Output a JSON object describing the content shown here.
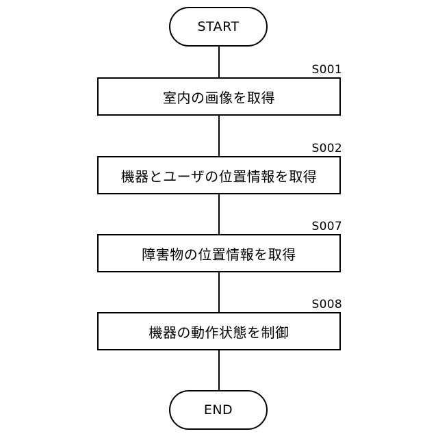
{
  "flowchart": {
    "start": "START",
    "end": "END",
    "steps": [
      {
        "id": "S001",
        "label": "室内の画像を取得"
      },
      {
        "id": "S002",
        "label": "機器とユーザの位置情報を取得"
      },
      {
        "id": "S007",
        "label": "障害物の位置情報を取得"
      },
      {
        "id": "S008",
        "label": "機器の動作状態を制御"
      }
    ]
  }
}
